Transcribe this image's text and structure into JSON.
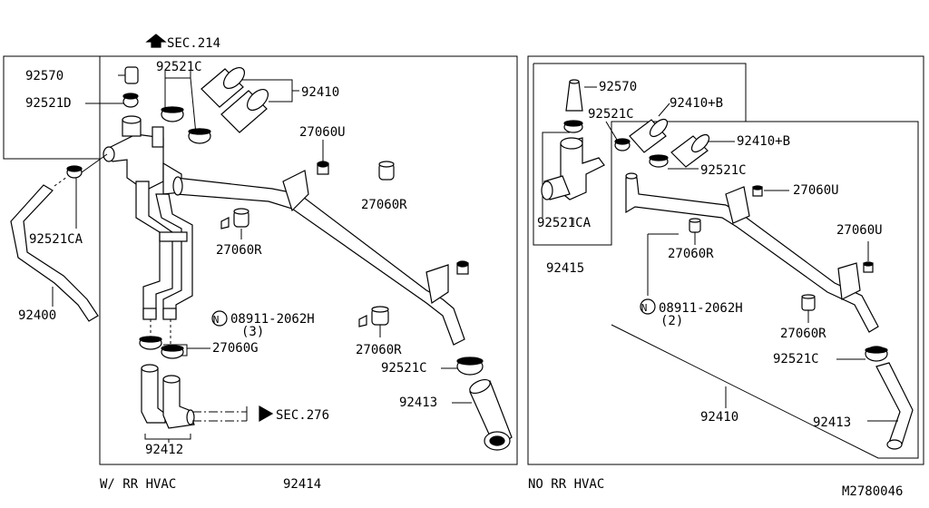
{
  "labels": {
    "sec214": "SEC.214",
    "p92570_l": "92570",
    "p92521D": "92521D",
    "p92521C_top": "92521C",
    "p92410_l": "92410",
    "p27060U_l": "27060U",
    "p27060R_l1": "27060R",
    "p92521CA_l": "92521CA",
    "p27060R_l2": "27060R",
    "p92400": "92400",
    "bolt_l": "08911-2062H",
    "bolt_l_qty": "(3)",
    "p27060R_l3": "27060R",
    "p27060G": "27060G",
    "p92521C_l2": "92521C",
    "sec276": "SEC.276",
    "p92413_l": "92413",
    "p92412": "92412",
    "p92414": "92414",
    "p92570_r": "92570",
    "p92521C_r1": "92521C",
    "p92410B_1": "92410+B",
    "p92410B_2": "92410+B",
    "p92521C_r2": "92521C",
    "p27060U_r1": "27060U",
    "p92521CA_r": "92521CA",
    "p27060U_r2": "27060U",
    "p27060R_r1": "27060R",
    "p92415": "92415",
    "bolt_r": "08911-2062H",
    "bolt_r_qty": "(2)",
    "p27060R_r2": "27060R",
    "p92521C_r3": "92521C",
    "p92410_r": "92410",
    "p92413_r": "92413"
  },
  "captions": {
    "left_panel": "W/ RR HVAC",
    "right_panel": "NO RR HVAC",
    "diagram_id": "M2780046",
    "bolt_symbol": "N"
  }
}
